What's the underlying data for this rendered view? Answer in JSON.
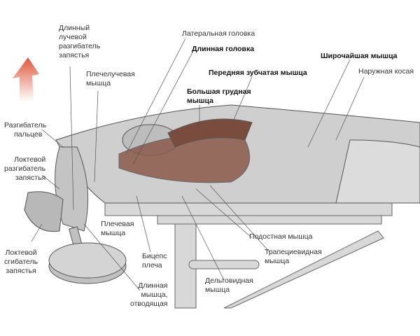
{
  "labels": {
    "ext_carpi_radialis_longus": [
      "Длинный",
      "лучевой",
      "разгибатель",
      "запястья"
    ],
    "brachioradialis": [
      "Плечелучевая",
      "мышца"
    ],
    "lateral_head": "Латеральная головка",
    "long_head": "Длинная головка",
    "serratus_anterior": "Передняя зубчатая мышца",
    "pectoralis_major": [
      "Большая грудная",
      "мышца"
    ],
    "latissimus_dorsi": "Широчайшая мышца",
    "external_oblique": "Наружная косая",
    "ext_digitorum": [
      "Разгибатель",
      "пальцев"
    ],
    "ext_carpi_ulnaris": [
      "Локтевой",
      "разгибатель",
      "запястья"
    ],
    "flex_carpi_ulnaris": [
      "Локтевой",
      "сгибатель",
      "запястья"
    ],
    "brachialis": [
      "Плечевая",
      "мышца"
    ],
    "biceps": [
      "Бицепс",
      "плеча"
    ],
    "abductor_longus": [
      "Длинная",
      "мышца,",
      "отводящая"
    ],
    "deltoid": [
      "Дельтовидная",
      "мышца"
    ],
    "trapezius": [
      "Трапециевидная",
      "мышца"
    ],
    "infraspinatus": "Подостная мышца"
  },
  "colors": {
    "muscle": "#8a5a4a",
    "arrow": "#e0553a",
    "body": "#c8c8c8"
  }
}
